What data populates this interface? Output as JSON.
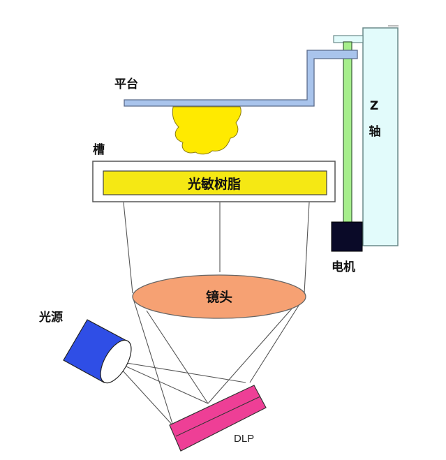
{
  "labels": {
    "platform": "平台",
    "vat": "槽",
    "resin": "光敏树脂",
    "z_axis_z": "Z",
    "z_axis_char": "轴",
    "motor": "电机",
    "lens": "镜头",
    "light_source": "光源",
    "dlp": "DLP"
  },
  "colors": {
    "platform": "#a9c4ec",
    "platform_stroke": "#5a6a8a",
    "print_object": "#ffea00",
    "resin": "#f5e814",
    "vat_stroke": "#555555",
    "z_axis_fill": "#e2fbfb",
    "z_rod": "#a6ee8c",
    "motor": "#0a0a28",
    "lens": "#f6a173",
    "light_source": "#2f4ee6",
    "dlp": "#ee3f96",
    "beam": "#555555"
  }
}
